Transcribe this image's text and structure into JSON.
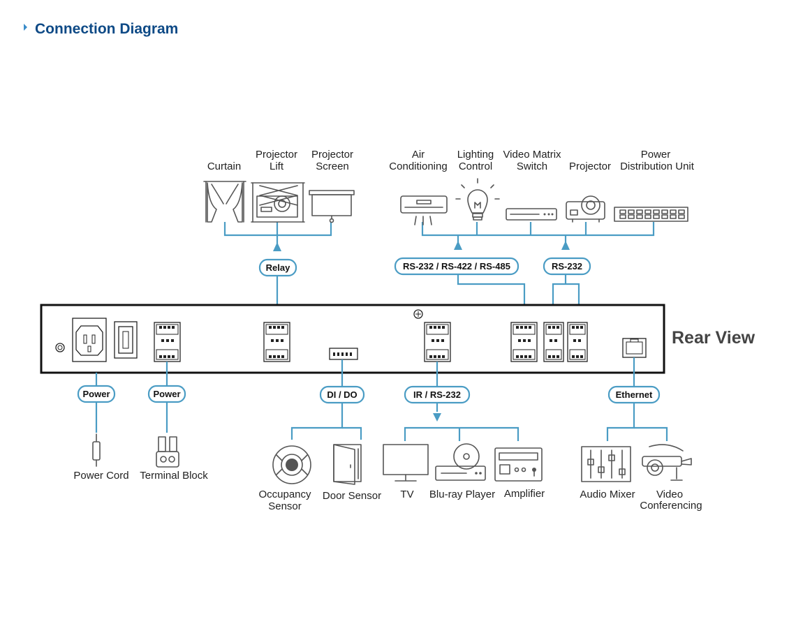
{
  "header": {
    "title": "Connection Diagram"
  },
  "rear_view_label": "Rear View",
  "top_devices": {
    "curtain": [
      "Curtain"
    ],
    "projector_lift": [
      "Projector",
      "Lift"
    ],
    "projector_screen": [
      "Projector",
      "Screen"
    ],
    "air_conditioning": [
      "Air",
      "Conditioning"
    ],
    "lighting_control": [
      "Lighting",
      "Control"
    ],
    "video_matrix_switch": [
      "Video Matrix",
      "Switch"
    ],
    "projector": [
      "Projector"
    ],
    "power_distribution_unit": [
      "Power",
      "Distribution Unit"
    ]
  },
  "bottom_devices": {
    "power_cord": [
      "Power Cord"
    ],
    "terminal_block": [
      "Terminal Block"
    ],
    "occupancy_sensor": [
      "Occupancy",
      "Sensor"
    ],
    "door_sensor": [
      "Door Sensor"
    ],
    "tv": [
      "TV"
    ],
    "bluray_player": [
      "Blu-ray Player"
    ],
    "amplifier": [
      "Amplifier"
    ],
    "audio_mixer": [
      "Audio Mixer"
    ],
    "video_conferencing": [
      "Video",
      "Conferencing"
    ]
  },
  "connection_labels": {
    "relay": "Relay",
    "serial_multi": "RS-232 / RS-422 / RS-485",
    "rs232": "RS-232",
    "power_cord": "Power",
    "power_block": "Power",
    "di_do": "DI / DO",
    "ir_rs232": "IR / RS-232",
    "ethernet": "Ethernet"
  },
  "colors": {
    "accent": "#4a9cc4",
    "heading": "#0e4a86",
    "panel_border": "#111111",
    "icon": "#555555"
  }
}
